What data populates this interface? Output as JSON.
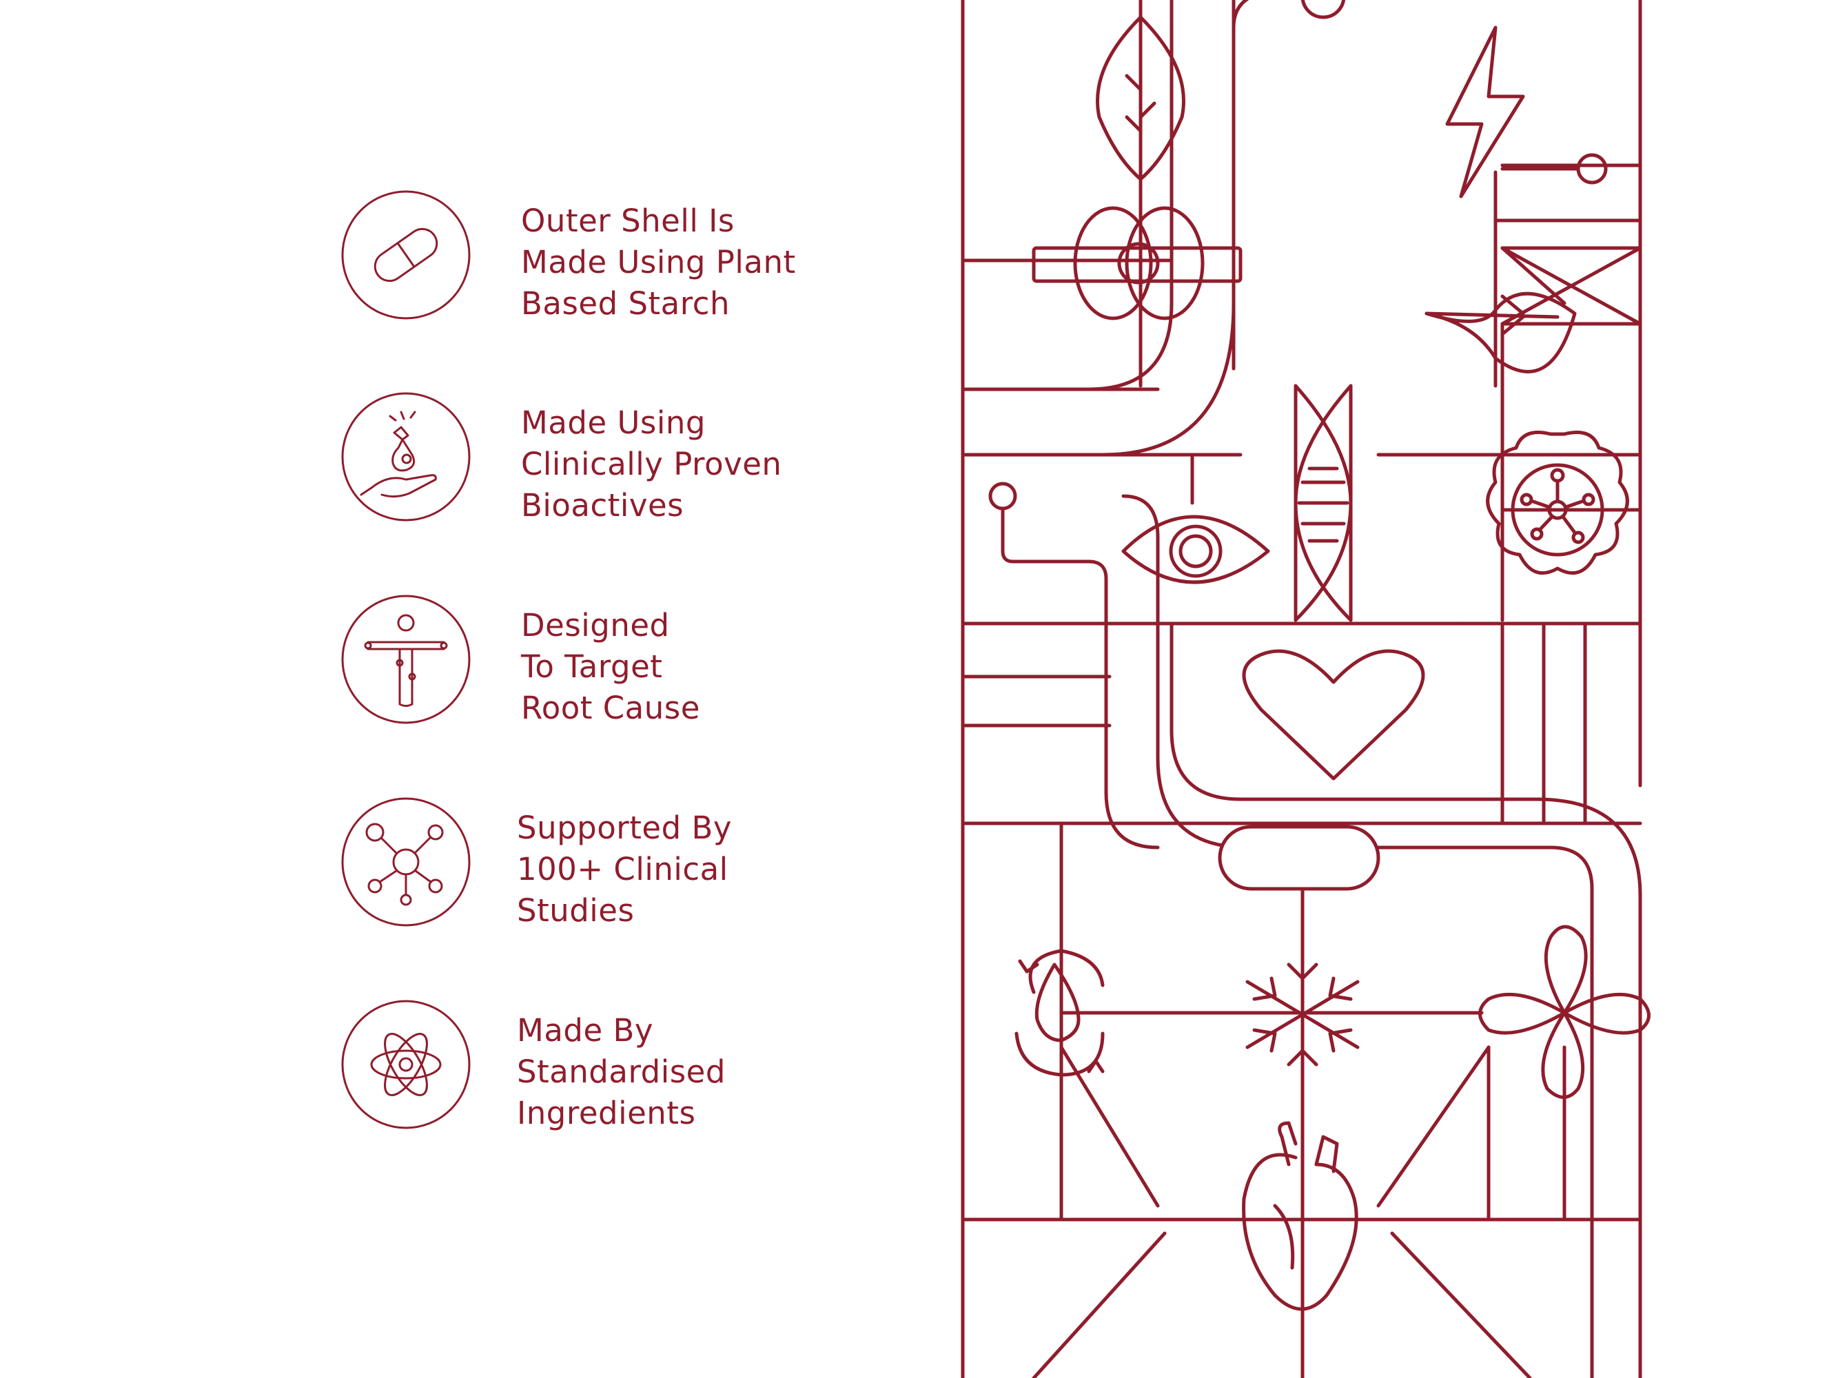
{
  "colors": {
    "accent": "#8f1d2c",
    "background": "#ffffff"
  },
  "features": [
    {
      "icon": "capsule-icon",
      "lines": [
        "Outer Shell Is",
        "Made Using Plant",
        "Based Starch"
      ]
    },
    {
      "icon": "lab-flask-hand-icon",
      "lines": [
        "Made Using",
        "Clinically Proven",
        "Bioactives"
      ]
    },
    {
      "icon": "body-target-icon",
      "lines": [
        "Designed",
        "To Target",
        "Root Cause"
      ]
    },
    {
      "icon": "molecule-icon",
      "lines": [
        "Supported By",
        "100+ Clinical",
        "Studies"
      ]
    },
    {
      "icon": "atom-icon",
      "lines": [
        "Made By",
        "Standardised",
        "Ingredients"
      ]
    }
  ],
  "illustration_icons": [
    "leaf-icon",
    "lightning-icon",
    "brain-icon",
    "leaf-icon",
    "eye-icon",
    "dna-icon",
    "flower-molecule-icon",
    "heart-icon",
    "capsule-icon",
    "water-drop-cycle-icon",
    "snowflake-icon",
    "propeller-flower-icon",
    "anatomical-heart-icon"
  ]
}
